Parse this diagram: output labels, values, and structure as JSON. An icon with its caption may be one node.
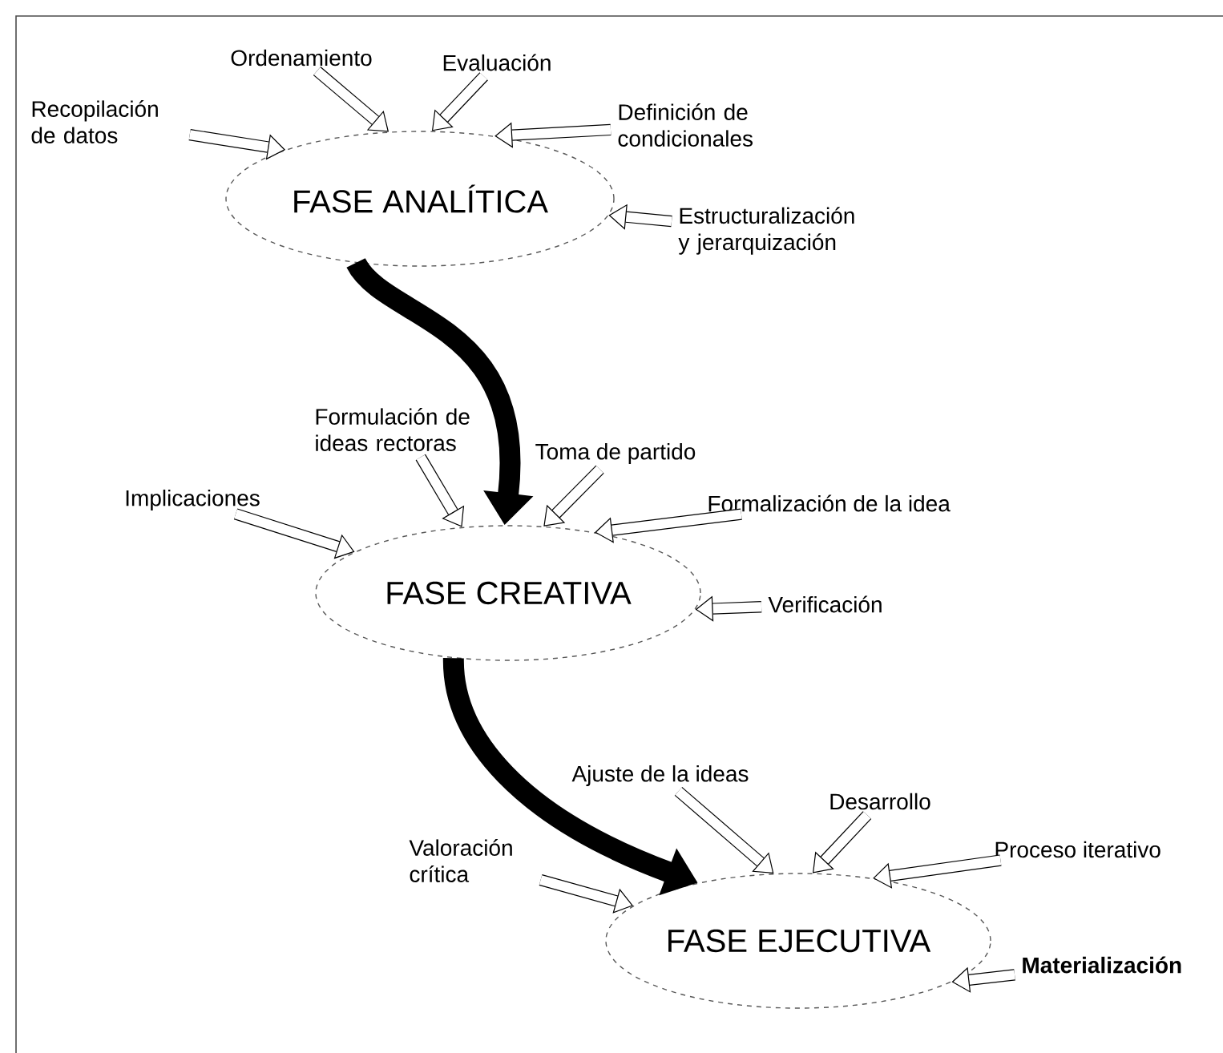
{
  "diagram": {
    "nodes": [
      {
        "text": [
          "FASE ANALÍTICA"
        ]
      },
      {
        "text": [
          "Recopilación de datos"
        ]
      },
      {
        "text": [
          "Ordenamiento"
        ]
      },
      {
        "text": [
          "Evaluación"
        ]
      },
      {
        "text": [
          "Definición de condicionales"
        ]
      },
      {
        "text": [
          "Estructuralización y jerarquización"
        ]
      },
      {
        "text": [
          "FASE CREATIVA"
        ]
      },
      {
        "text": [
          "Implicaciones"
        ]
      },
      {
        "text": [
          "Formulación de ideas rectoras"
        ]
      },
      {
        "text": [
          "Toma de partido"
        ]
      },
      {
        "text": [
          "Formalización de la idea"
        ]
      },
      {
        "text": [
          "Verificación"
        ]
      },
      {
        "text": [
          "FASE EJECUTIVA"
        ]
      },
      {
        "text": [
          "Valoración crítica"
        ]
      },
      {
        "text": [
          "Ajuste de la ideas"
        ]
      },
      {
        "text": [
          "Desarrollo"
        ]
      },
      {
        "text": [
          "Proceso iterativo"
        ]
      },
      {
        "text": [
          "Materialización"
        ]
      }
    ],
    "edges": [
      {
        "from": 1,
        "to": 0,
        "arrow": "to"
      },
      {
        "from": 2,
        "to": 0,
        "arrow": "to"
      },
      {
        "from": 3,
        "to": 0,
        "arrow": "to"
      },
      {
        "from": 4,
        "to": 0,
        "arrow": "to"
      },
      {
        "from": 5,
        "to": 0,
        "arrow": "to"
      },
      {
        "from": 0,
        "to": 6,
        "arrow": "to",
        "style": "thick"
      },
      {
        "from": 7,
        "to": 6,
        "arrow": "to"
      },
      {
        "from": 8,
        "to": 6,
        "arrow": "to"
      },
      {
        "from": 9,
        "to": 6,
        "arrow": "to"
      },
      {
        "from": 10,
        "to": 6,
        "arrow": "to"
      },
      {
        "from": 11,
        "to": 6,
        "arrow": "to"
      },
      {
        "from": 6,
        "to": 12,
        "arrow": "to",
        "style": "thick"
      },
      {
        "from": 13,
        "to": 12,
        "arrow": "to"
      },
      {
        "from": 14,
        "to": 12,
        "arrow": "to"
      },
      {
        "from": 15,
        "to": 12,
        "arrow": "to"
      },
      {
        "from": 16,
        "to": 12,
        "arrow": "to"
      },
      {
        "from": 17,
        "to": 12,
        "arrow": "to"
      }
    ]
  }
}
